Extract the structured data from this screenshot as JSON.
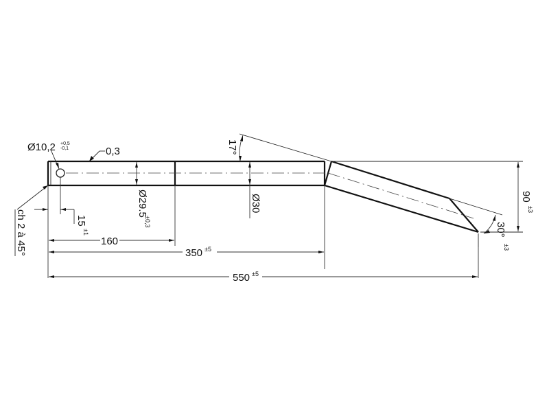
{
  "drawing": {
    "type": "technical-drawing",
    "subject": "bent shaft / pin",
    "colors": {
      "line": "#111111",
      "background": "#ffffff"
    }
  },
  "annotations": {
    "hole_diameter": {
      "value": "Ø10,2",
      "tol_upper": "+0,5",
      "tol_lower": "-0,1"
    },
    "surface": {
      "value": "0,3"
    },
    "chamfer": {
      "value": "ch 2 à 45°"
    },
    "hole_position": {
      "value": "15",
      "tol": "±1"
    },
    "diameter_reduced": {
      "value": "Ø29.5",
      "tol": "±0,3"
    },
    "diameter_main": {
      "value": "Ø30"
    },
    "angle_bend": {
      "value": "17°"
    },
    "angle_tip": {
      "value": "30°",
      "tol": "±3"
    },
    "height": {
      "value": "90",
      "tol": "±3"
    },
    "length_160": {
      "value": "160"
    },
    "length_350": {
      "value": "350",
      "tol": "±5"
    },
    "length_550": {
      "value": "550",
      "tol": "±5"
    }
  }
}
